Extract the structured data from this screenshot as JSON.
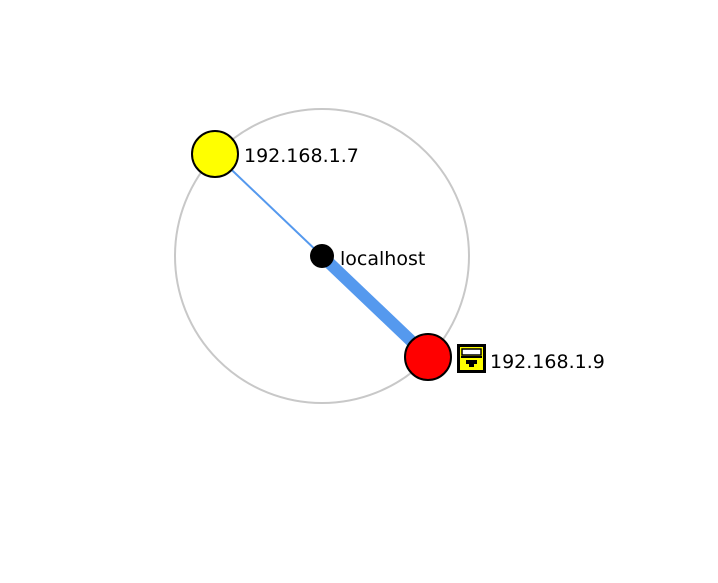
{
  "topology": {
    "center_node": {
      "label": "localhost",
      "color": "#000000"
    },
    "ring_color": "#c8c8c8",
    "link_color": "#5599ee",
    "nodes": [
      {
        "id": "host-192-168-1-7",
        "label": "192.168.1.7",
        "color": "#ffff00",
        "link_traffic": "low",
        "icon": null
      },
      {
        "id": "host-192-168-1-9",
        "label": "192.168.1.9",
        "color": "#ff0000",
        "link_traffic": "high",
        "icon": "lock-icon"
      }
    ],
    "lock_icon_colors": {
      "body": "#ffff00",
      "outline": "#000000"
    }
  }
}
